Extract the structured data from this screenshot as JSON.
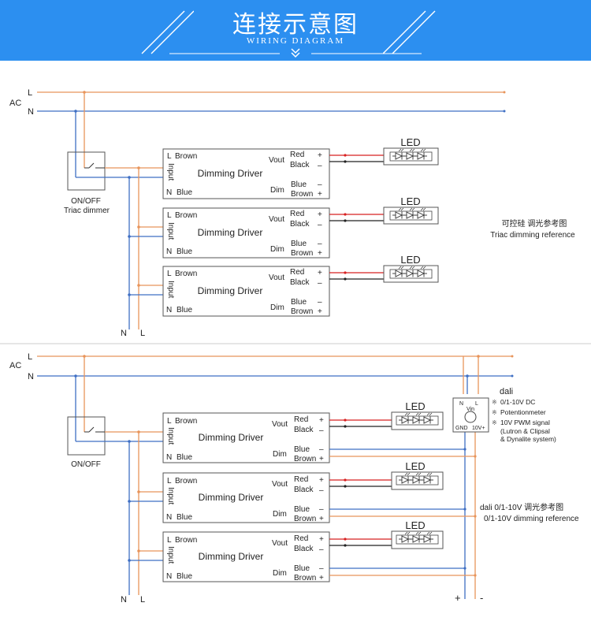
{
  "header": {
    "title": "连接示意图",
    "subtitle": "WIRING DIAGRAM",
    "icon": "chevron-down-double-icon"
  },
  "colors": {
    "header_bg": "#2c8ff0",
    "live_wire": "#e8945a",
    "neutral_wire": "#3f6fc4",
    "red_wire": "#d82020",
    "black_wire": "#222222"
  },
  "driver": {
    "title": "Dimming Driver",
    "input_label": "Input",
    "l_label": "L",
    "brown_label": "Brown",
    "n_label": "N",
    "blue_label": "Blue",
    "vout_label": "Vout",
    "dim_label": "Dim",
    "red_label": "Red",
    "black_label": "Black",
    "plus": "+",
    "minus": "–"
  },
  "led_label": "LED",
  "common": {
    "ac": "AC",
    "l": "L",
    "n": "N"
  },
  "top": {
    "switch_label_1": "ON/OFF",
    "switch_label_2": "Triac dimmer",
    "note_cn": "可控硅 调光参考图",
    "note_en": "Triac dimming reference"
  },
  "bottom": {
    "switch_label": "ON/OFF",
    "dimmer_n": "N",
    "dimmer_l": "L",
    "dimmer_vin": "Vin",
    "dimmer_gnd": "GND",
    "dimmer_10v": "10V+",
    "legend_title": "dali",
    "legend_items": [
      "0/1-10V DC",
      "Potentionmeter",
      "10V  PWM  signal",
      "(Lutron & Clipsal",
      "& Dynalite system)"
    ],
    "note_cn": "dali  0/1-10V 调光参考图",
    "note_en": "0/1-10V dimming reference",
    "plus": "+",
    "minus": "-"
  }
}
